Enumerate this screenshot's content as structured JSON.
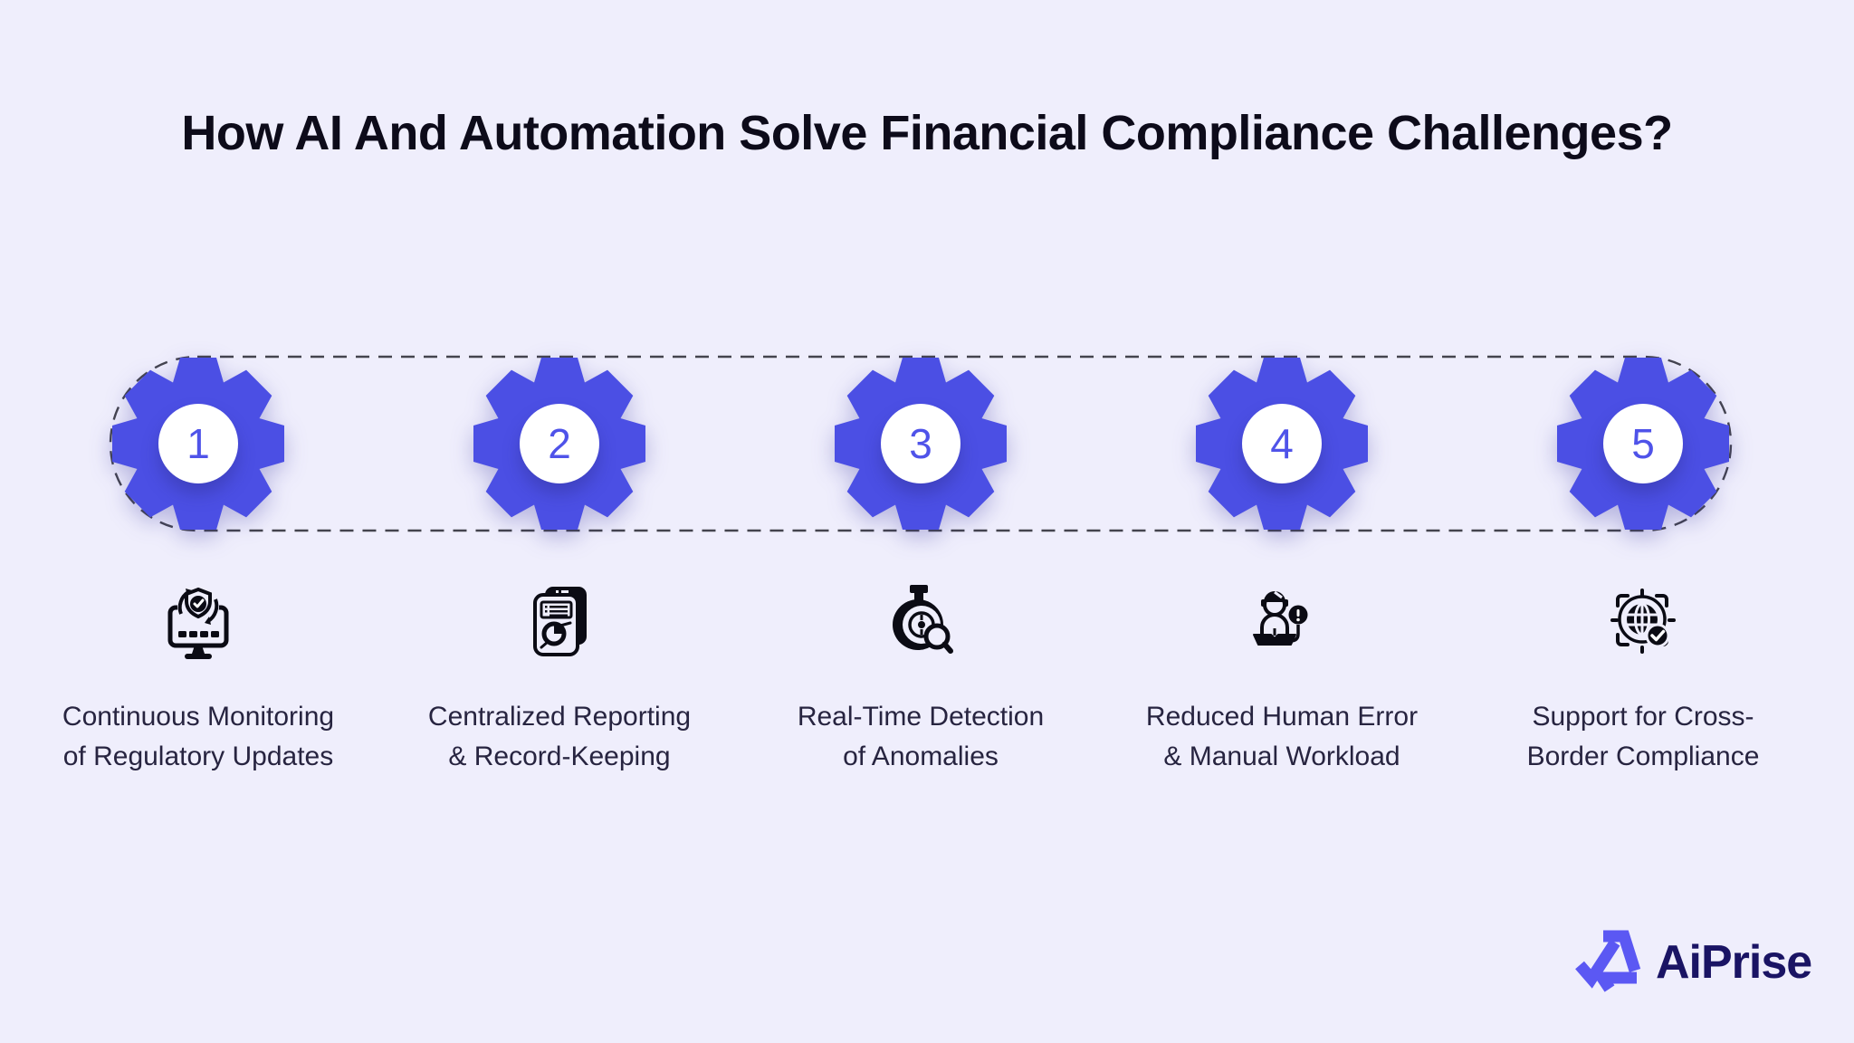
{
  "page": {
    "background_color": "#EFEEFC",
    "accent_color": "#4B4FE4",
    "number_color": "#4F53E9",
    "text_color": "#272440",
    "icon_color": "#0B0B14"
  },
  "title": "How AI And Automation Solve Financial Compliance Challenges?",
  "steps": [
    {
      "number": "1",
      "icon": "monitor-shield-refresh-icon",
      "label_line1": "Continuous Monitoring",
      "label_line2": "of Regulatory Updates"
    },
    {
      "number": "2",
      "icon": "report-document-chart-icon",
      "label_line1": "Centralized Reporting",
      "label_line2": "& Record-Keeping"
    },
    {
      "number": "3",
      "icon": "stopwatch-magnifier-icon",
      "label_line1": "Real-Time Detection",
      "label_line2": "of Anomalies"
    },
    {
      "number": "4",
      "icon": "person-alert-icon",
      "label_line1": "Reduced Human Error",
      "label_line2": "& Manual Workload"
    },
    {
      "number": "5",
      "icon": "globe-target-check-icon",
      "label_line1": "Support for Cross-",
      "label_line2": "Border Compliance"
    }
  ],
  "logo": {
    "text": "AiPrise",
    "mark": "aiprise-triangle-mark",
    "mark_color": "#5B58F3",
    "text_color": "#1A1464"
  }
}
